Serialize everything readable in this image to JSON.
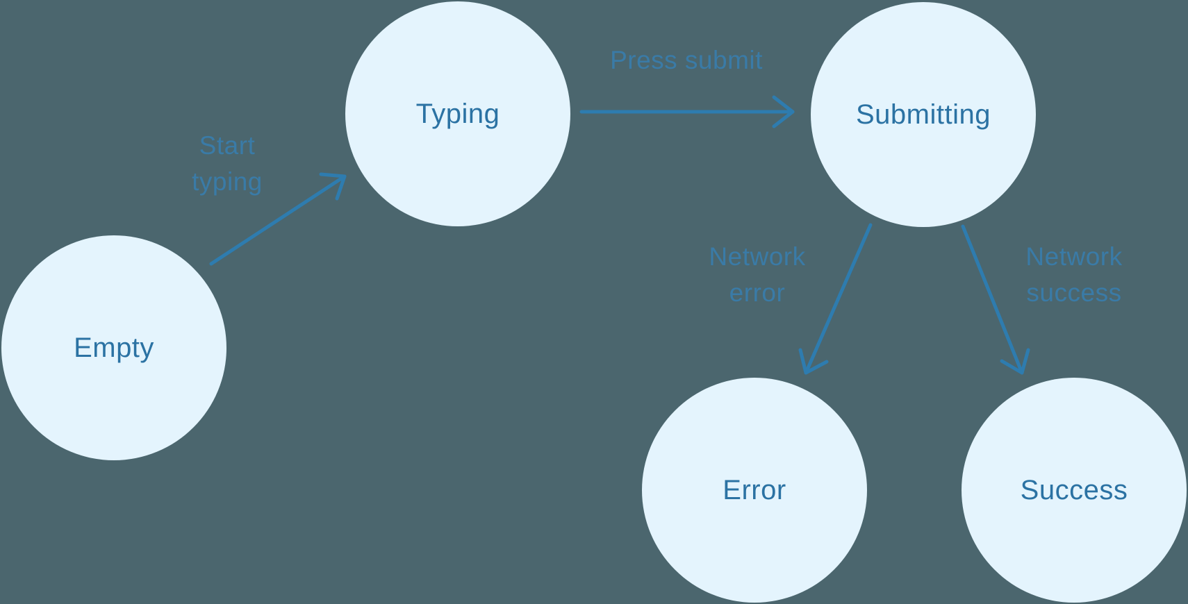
{
  "diagram": {
    "type": "state-machine",
    "colors": {
      "background": "#4B666E",
      "node_fill": "#E4F4FD",
      "node_text": "#2B72A3",
      "arrow": "#2E7CAF",
      "transition_label": "#3A7BA7"
    },
    "states": [
      {
        "id": "empty",
        "label": "Empty"
      },
      {
        "id": "typing",
        "label": "Typing"
      },
      {
        "id": "submitting",
        "label": "Submitting"
      },
      {
        "id": "error",
        "label": "Error"
      },
      {
        "id": "success",
        "label": "Success"
      }
    ],
    "transitions": [
      {
        "from": "empty",
        "to": "typing",
        "label": "Start typing",
        "label_lines": [
          "Start",
          "typing"
        ]
      },
      {
        "from": "typing",
        "to": "submitting",
        "label": "Press submit",
        "label_lines": [
          "Press submit"
        ]
      },
      {
        "from": "submitting",
        "to": "error",
        "label": "Network error",
        "label_lines": [
          "Network",
          "error"
        ]
      },
      {
        "from": "submitting",
        "to": "success",
        "label": "Network success",
        "label_lines": [
          "Network",
          "success"
        ]
      }
    ]
  }
}
